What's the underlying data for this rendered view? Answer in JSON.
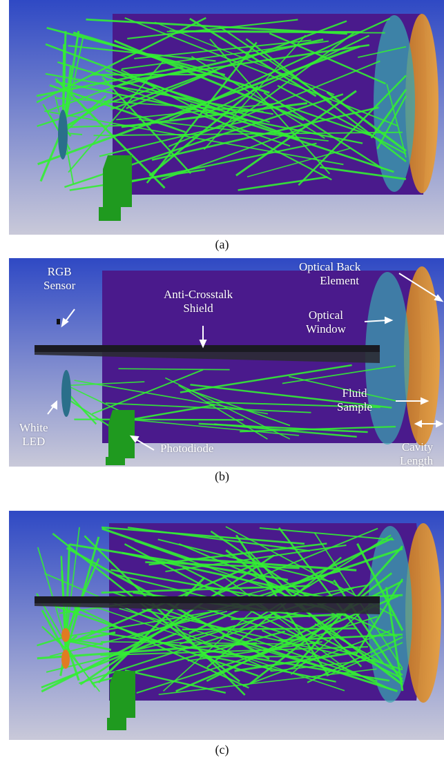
{
  "panels": [
    {
      "caption": "(a)"
    },
    {
      "caption": "(b)"
    },
    {
      "caption": "(c)"
    }
  ],
  "labels": {
    "rgb_sensor": [
      "RGB",
      "Sensor"
    ],
    "anti_crosstalk_shield": [
      "Anti-Crosstalk",
      "Shield"
    ],
    "optical_back_element": [
      "Optical Back",
      "Element"
    ],
    "optical_window": [
      "Optical",
      "Window"
    ],
    "fluid_sample": [
      "Fluid",
      "Sample"
    ],
    "white_led": [
      "White",
      "LED"
    ],
    "photodiode": "Photodiode",
    "cavity_length": [
      "Cavity",
      "Length"
    ]
  },
  "colors": {
    "background_top": "#2f49c4",
    "background_bottom": "#c9c9d9",
    "cavity_purple": "#4a1a8c",
    "ray_green": "#33ee33",
    "photodiode_green": "#1f9a1f",
    "shield_dark": "#2b2b33",
    "window_teal": "#3aa6b0",
    "back_element_orange": "#e0892a"
  }
}
